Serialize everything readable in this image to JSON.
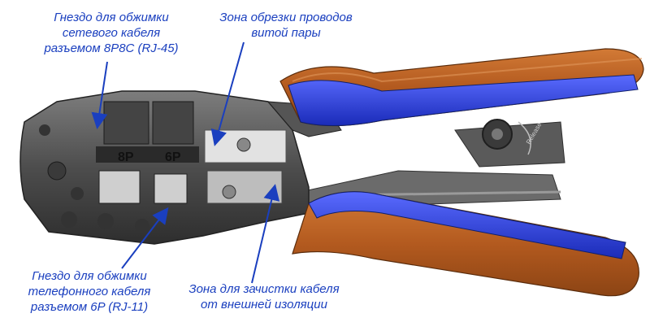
{
  "callouts": {
    "rj45_socket": {
      "lines": [
        "Гнездо для обжимки",
        "сетевого кабеля",
        "разъемом 8P8C (RJ-45)"
      ]
    },
    "cut_zone": {
      "lines": [
        "Зона обрезки проводов",
        "витой пары"
      ]
    },
    "rj11_socket": {
      "lines": [
        "Гнездо для обжимки",
        "телефонного кабеля",
        "разъемом 6P (RJ-11)"
      ]
    },
    "strip_zone": {
      "lines": [
        "Зона для зачистки кабеля",
        "от внешней изоляции"
      ]
    }
  },
  "tool_markings": {
    "socket_8p": "8P",
    "socket_6p": "6P",
    "release_label": "Release"
  },
  "colors": {
    "callout_text": "#1a3fbf",
    "arrow": "#1a3fbf",
    "handle_orange": "#b85a1e",
    "handle_blue": "#2b3fd6",
    "metal_dark": "#4a4a4a",
    "metal_light": "#8a8a8a"
  }
}
